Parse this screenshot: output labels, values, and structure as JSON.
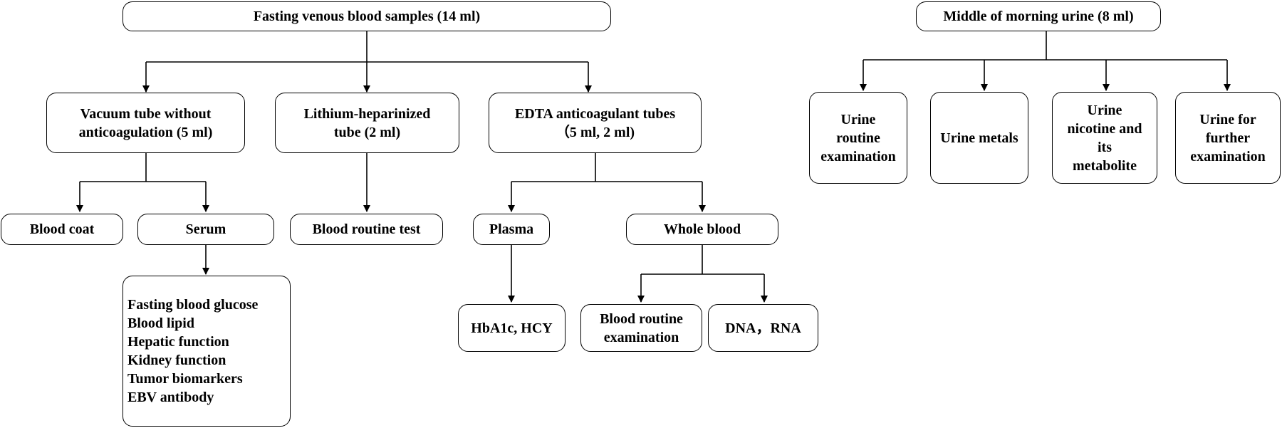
{
  "blood": {
    "root": "Fasting venous blood samples (14 ml)",
    "tubes": {
      "vacuum": "Vacuum tube without\nanticoagulation (5 ml)",
      "lithium": "Lithium-heparinized\ntube (2 ml)",
      "edta": "EDTA anticoagulant tubes\n（5 ml, 2 ml)"
    },
    "vacuum_children": {
      "blood_coat": "Blood coat",
      "serum": "Serum"
    },
    "serum_tests": "Fasting blood glucose\nBlood lipid\nHepatic function\nKidney function\nTumor biomarkers\nEBV antibody",
    "lithium_child": "Blood routine test",
    "edta_children": {
      "plasma": "Plasma",
      "whole_blood": "Whole blood"
    },
    "plasma_child": "HbA1c, HCY",
    "whole_blood_children": {
      "routine": "Blood routine\nexamination",
      "dna_rna": "DNA，RNA"
    }
  },
  "urine": {
    "root": "Middle of morning urine (8 ml)",
    "children": {
      "routine": "Urine\nroutine\nexamination",
      "metals": "Urine metals",
      "nicotine": "Urine\nnicotine and\nits\nmetabolite",
      "further": "Urine for\nfurther\nexamination"
    }
  },
  "colors": {
    "line": "#000000",
    "box_fill": "#ffffff"
  }
}
